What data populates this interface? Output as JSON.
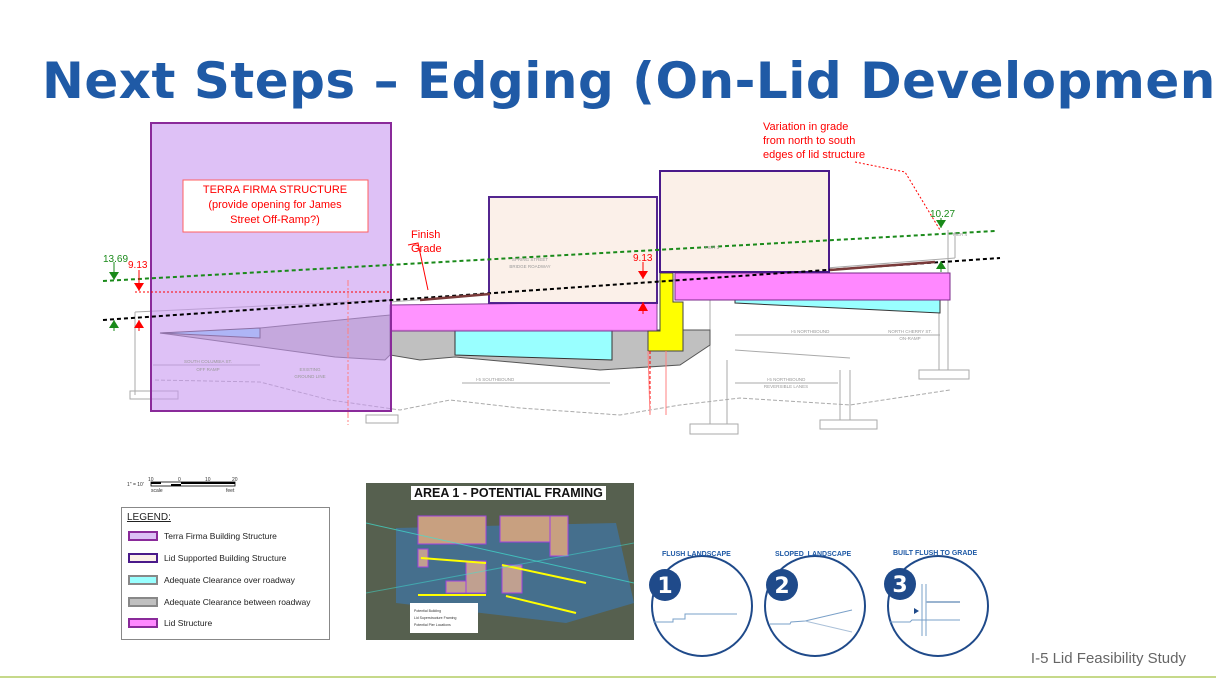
{
  "slide": {
    "title": "Next Steps – Edging (On-Lid Development)",
    "footer": "I-5 Lid Feasibility Study"
  },
  "section": {
    "terra_firma_label": [
      "TERRA FIRMA STRUCTURE",
      "(provide opening for James",
      "Street Off-Ramp?)"
    ],
    "finish_grade": [
      "Finish",
      "Grade"
    ],
    "variation_note": [
      "Variation in grade",
      "from north to south",
      "edges of lid structure"
    ],
    "dims": {
      "left_green": "13.69",
      "left_red": "9.13",
      "mid_red": "9.13",
      "right_green": "10.27"
    },
    "labels": {
      "south_columbia": [
        "SOUTH COLUMBIA ST.",
        "OFF RAMP"
      ],
      "existing_ground": [
        "EXISTING",
        "GROUND LINE"
      ],
      "i5_sb": "I-5 SOUTHBOUND",
      "i5_nb": "I-5 NORTHBOUND",
      "cherry": [
        "NORTH CHERRY ST.",
        "ON-RAMP"
      ],
      "reversible": [
        "I-5 NORTHBOUND",
        "REVERSIBLE LANES"
      ],
      "bridge": [
        "SPRING STREET",
        "BRIDGE ROADWAY"
      ],
      "pier3": "PIER 3",
      "pier4": "PIER 4"
    }
  },
  "scale": {
    "ratio": "1\" = 10'",
    "ticks": [
      "10",
      "0",
      "10",
      "20"
    ],
    "left": "scale",
    "right": "feet"
  },
  "legend": {
    "heading": "LEGEND:",
    "items": [
      {
        "label": "Terra Firma Building Structure",
        "fill": "#dcc0f5",
        "border": "#8a2a9a"
      },
      {
        "label": "Lid Supported Building Structure",
        "fill": "#fbf0e8",
        "border": "#4a1a8a"
      },
      {
        "label": "Adequate Clearance over roadway",
        "fill": "#99ffff",
        "border": "#555"
      },
      {
        "label": "Adequate Clearance between roadway",
        "fill": "#c0c0c0",
        "border": "#555"
      },
      {
        "label": "Lid Structure",
        "fill": "#ff88ff",
        "border": "#8a2a9a"
      }
    ]
  },
  "aerial": {
    "title": "AREA 1 - POTENTIAL FRAMING",
    "legend": [
      "Potential Building",
      "Lid Superstructure Framing",
      "Potential Pier Locations"
    ]
  },
  "options": [
    {
      "number": "1",
      "label": "FLUSH LANDSCAPE"
    },
    {
      "number": "2",
      "label": "SLOPED  LANDSCAPE"
    },
    {
      "number": "3",
      "label": "BUILT FLUSH TO GRADE"
    }
  ],
  "colors": {
    "title": "#1f5aa6",
    "red": "#ff0000",
    "green": "#1a8a1a"
  }
}
